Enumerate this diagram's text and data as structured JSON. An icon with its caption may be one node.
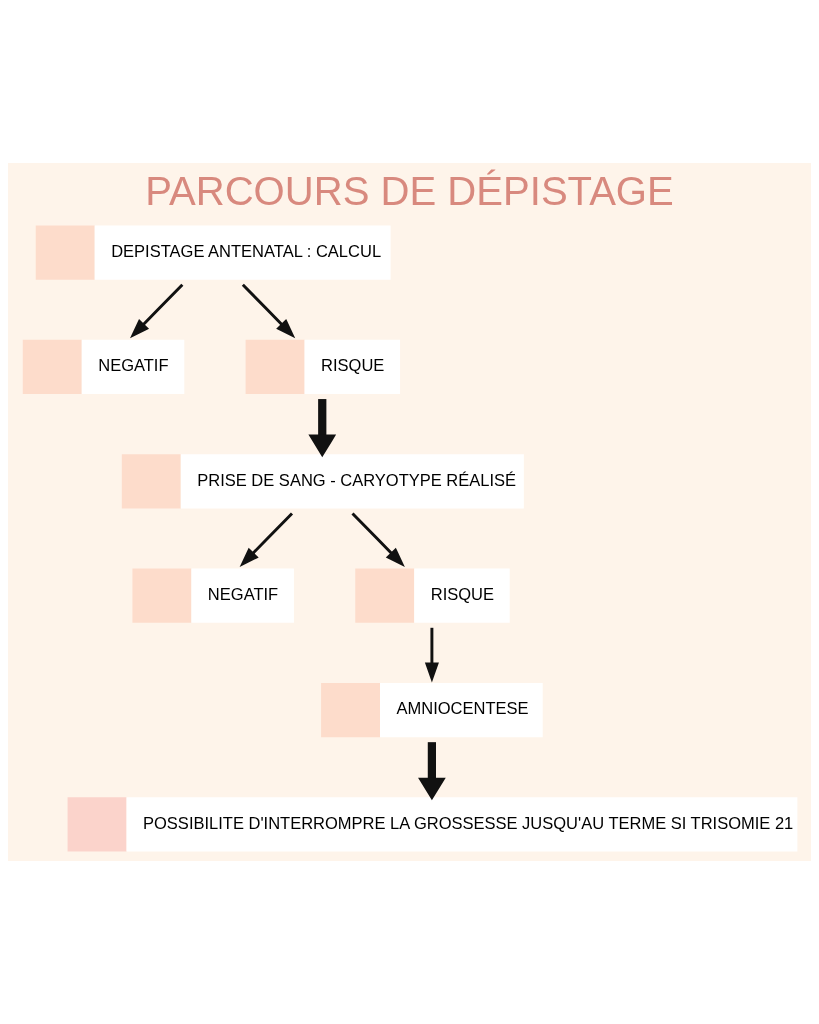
{
  "diagram": {
    "title": "PARCOURS DE DÉPISTAGE",
    "nodes": [
      {
        "text": [
          "DEPISTAGE ANTENATAL : CALCUL"
        ]
      },
      {
        "text": [
          "NEGATIF"
        ]
      },
      {
        "text": [
          "RISQUE"
        ]
      },
      {
        "text": [
          "PRISE DE SANG - CARYOTYPE RÉALISÉ"
        ]
      },
      {
        "text": [
          "NEGATIF"
        ]
      },
      {
        "text": [
          "RISQUE"
        ]
      },
      {
        "text": [
          "AMNIOCENTESE"
        ]
      },
      {
        "text": [
          "POSSIBILITE D'INTERROMPRE LA GROSSESSE JUSQU'AU TERME SI TRISOMIE 21"
        ]
      }
    ],
    "edges": [
      {
        "from": 0,
        "to": 1,
        "arrow": "to"
      },
      {
        "from": 0,
        "to": 2,
        "arrow": "to"
      },
      {
        "from": 2,
        "to": 3,
        "arrow": "to",
        "style": "thick"
      },
      {
        "from": 3,
        "to": 4,
        "arrow": "to"
      },
      {
        "from": 3,
        "to": 5,
        "arrow": "to"
      },
      {
        "from": 5,
        "to": 6,
        "arrow": "to"
      },
      {
        "from": 6,
        "to": 7,
        "arrow": "to",
        "style": "thick"
      }
    ]
  }
}
